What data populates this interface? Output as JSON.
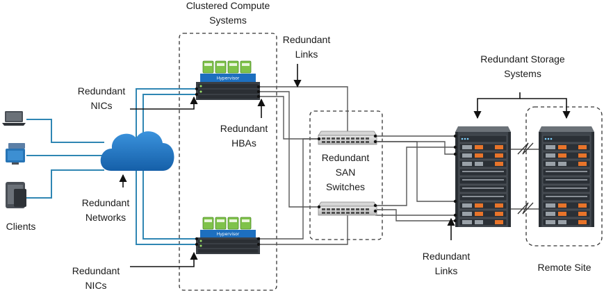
{
  "labels": {
    "clustered_line1": "Clustered Compute",
    "clustered_line2": "Systems",
    "redundant_links_top_line1": "Redundant",
    "redundant_links_top_line2": "Links",
    "redundant_storage_line1": "Redundant Storage",
    "redundant_storage_line2": "Systems",
    "redundant_nics_top_line1": "Redundant",
    "redundant_nics_top_line2": "NICs",
    "redundant_hbas_line1": "Redundant",
    "redundant_hbas_line2": "HBAs",
    "redundant_san_line1": "Redundant",
    "redundant_san_line2": "SAN",
    "redundant_san_line3": "Switches",
    "redundant_networks_line1": "Redundant",
    "redundant_networks_line2": "Networks",
    "clients": "Clients",
    "redundant_nics_bottom_line1": "Redundant",
    "redundant_nics_bottom_line2": "NICs",
    "redundant_links_bottom_line1": "Redundant",
    "redundant_links_bottom_line2": "Links",
    "remote_site": "Remote Site",
    "hypervisor": "Hypervisor"
  },
  "icons": {
    "laptop": "laptop-icon",
    "desktop": "desktop-icon",
    "tablet": "tablet-icon",
    "cloud": "cloud-icon",
    "server": "server-icon",
    "switch": "switch-icon",
    "storage": "storage-array-icon"
  },
  "colors": {
    "network_blue": "#2f86b3",
    "cloud_blue": "#1f78c8",
    "line_gray": "#555555",
    "arrow_black": "#111111",
    "storage_orange": "#e8742a",
    "vm_green": "#7fc24a",
    "hypervisor_blue": "#1d6fbf"
  }
}
